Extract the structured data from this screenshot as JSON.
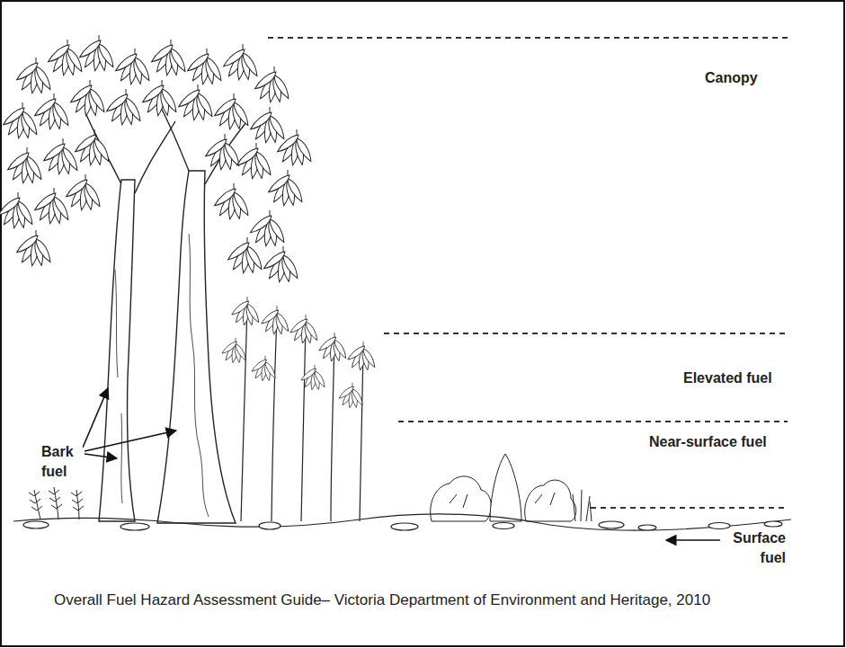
{
  "diagram": {
    "caption": "Overall Fuel Hazard Assessment Guide– Victoria Department of Environment and Heritage, 2010",
    "labels": [
      "Canopy",
      "Elevated fuel",
      "Near-surface fuel",
      "Surface fuel",
      "Bark fuel"
    ]
  }
}
